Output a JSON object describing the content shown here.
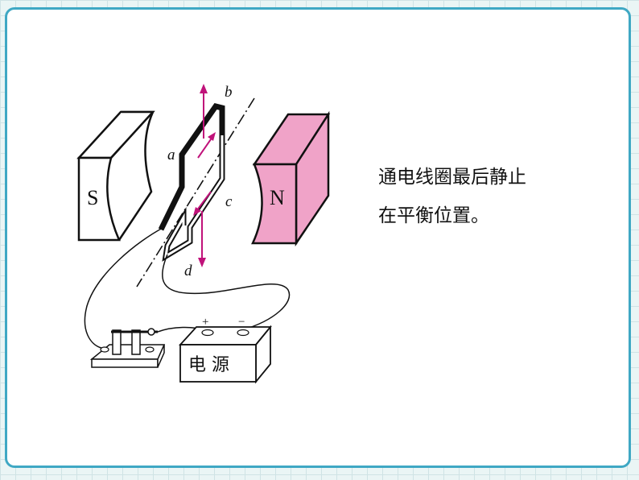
{
  "diagram": {
    "magnet_south_label": "S",
    "magnet_north_label": "N",
    "coil_labels": {
      "a": "a",
      "b": "b",
      "c": "c",
      "d": "d"
    },
    "battery_label": "电 源",
    "battery_plus": "+",
    "battery_minus": "−",
    "colors": {
      "north_pole": "#f0a3c8",
      "arrow": "#c0127a",
      "frame": "#3fa8c4"
    }
  },
  "caption": {
    "line1": "通电线圈最后静止",
    "line2": "在平衡位置。"
  }
}
